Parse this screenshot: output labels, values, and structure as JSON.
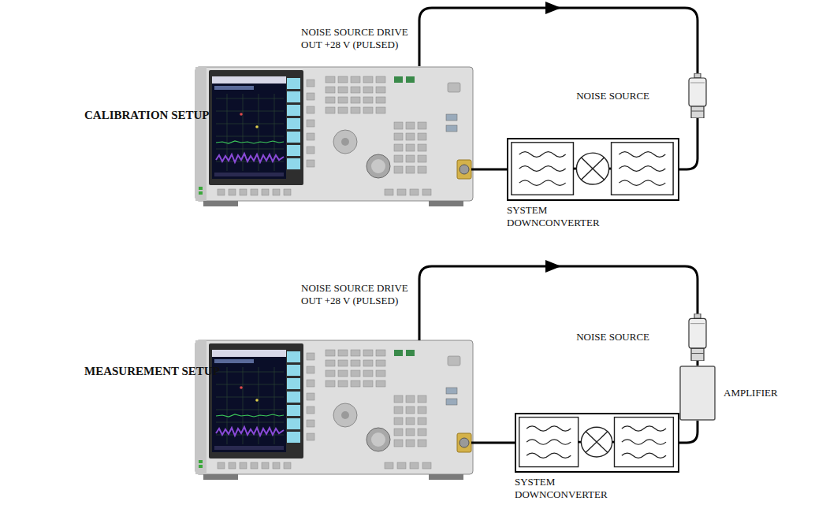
{
  "diagram": {
    "nodes": [
      {
        "text": [
          "NOISE SOURCE"
        ]
      },
      {
        "text": [
          "SYSTEM DOWNCONVERTER"
        ]
      },
      {
        "text": [
          "NOISE SOURCE"
        ]
      },
      {
        "text": [
          "AMPLIFIER"
        ]
      },
      {
        "text": [
          "SYSTEM DOWNCONVERTER"
        ]
      }
    ],
    "edges": [
      {
        "from": 0,
        "to": 1,
        "arrow": "none"
      },
      {
        "from": 2,
        "to": 3,
        "arrow": "none"
      },
      {
        "from": 3,
        "to": 4,
        "arrow": "none"
      }
    ],
    "labels": [
      "NOISE SOURCE DRIVE OUT +28 V (PULSED)",
      "CALIBRATION SETUP",
      "NOISE SOURCE DRIVE OUT +28 V (PULSED)",
      "MEASUREMENT SETUP"
    ]
  }
}
